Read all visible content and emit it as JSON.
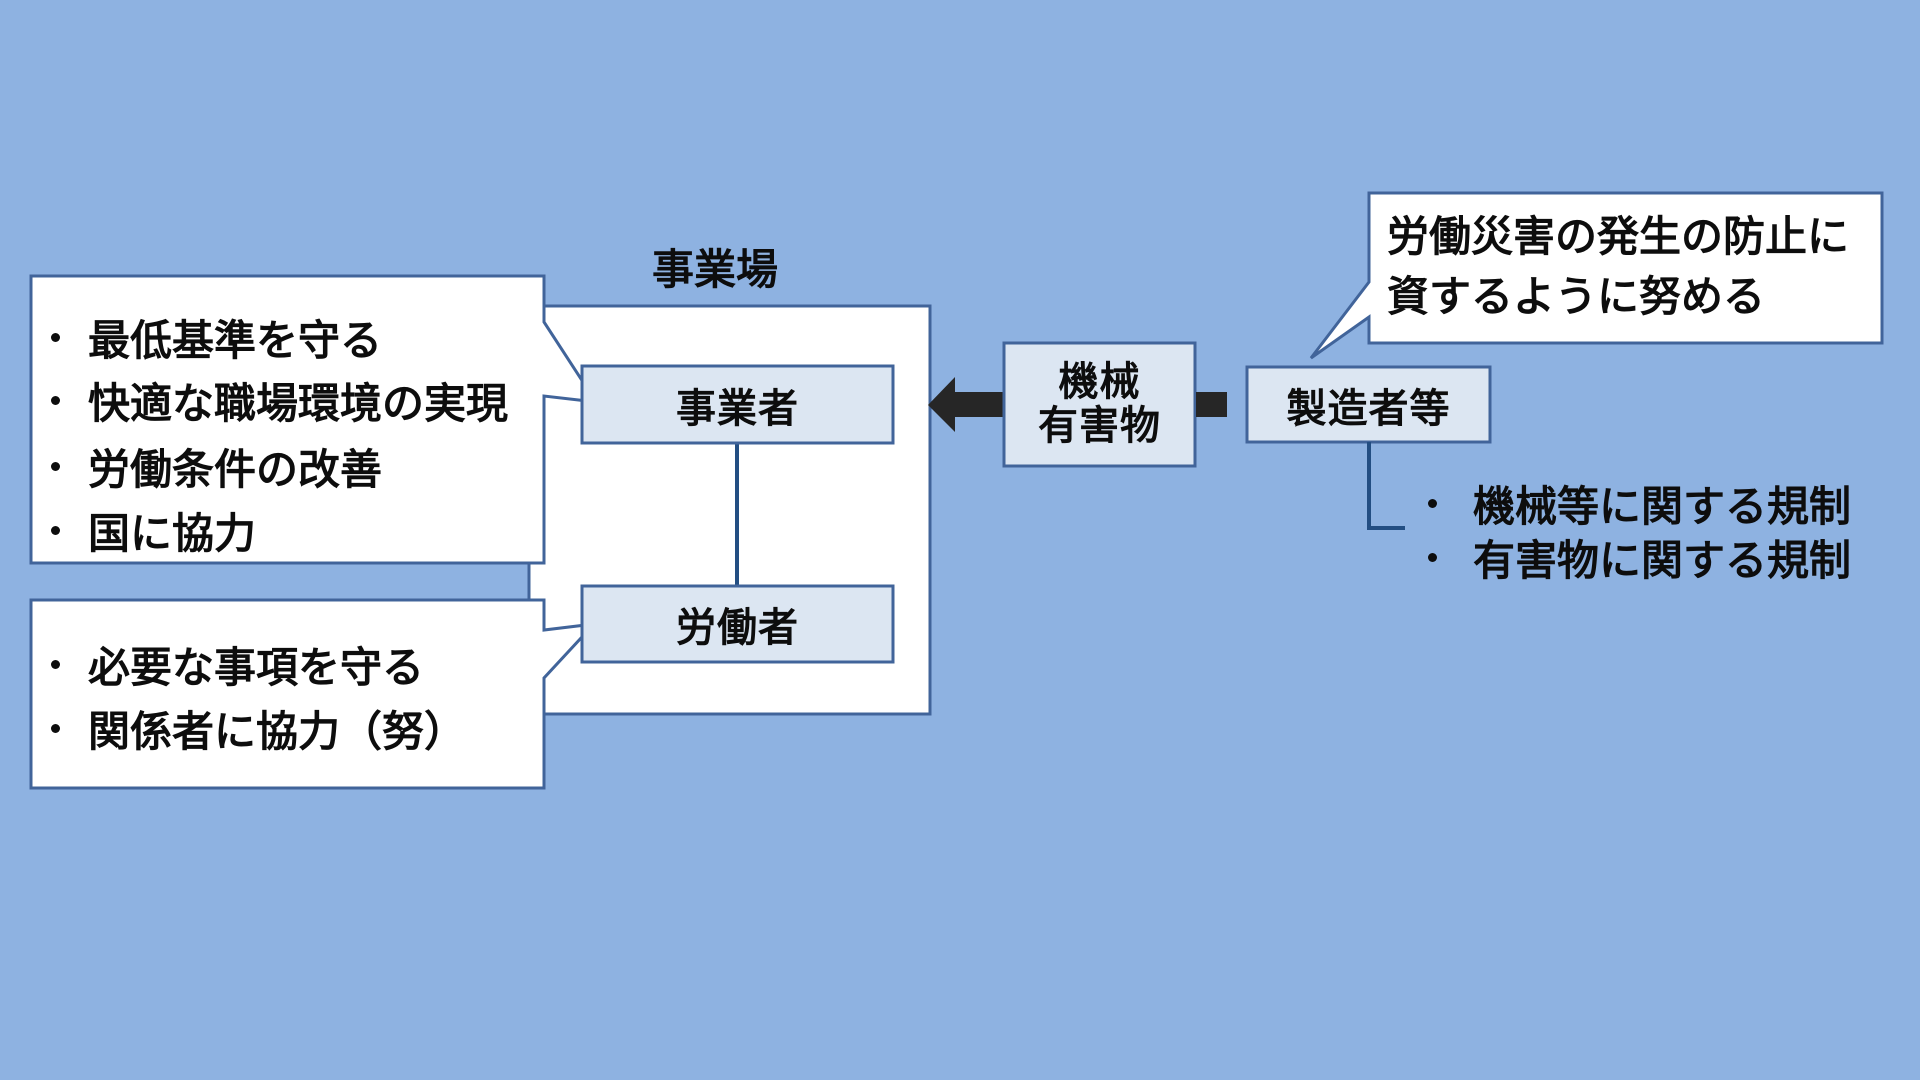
{
  "colors": {
    "background": "#8eb2e1",
    "callout_fill": "#ffffff",
    "box_fill": "#dce6f2",
    "border": "#41649a",
    "connector": "#234e82",
    "arrow": "#262626",
    "text": "#0d0d0d"
  },
  "workplace": {
    "title": "事業場"
  },
  "employer": {
    "label": "事業者",
    "duties": [
      "最低基準を守る",
      "快適な職場環境の実現",
      "労働条件の改善",
      "国に協力"
    ]
  },
  "worker": {
    "label": "労働者",
    "duties": [
      "必要な事項を守る",
      "関係者に協力（努）"
    ]
  },
  "machinery": {
    "lines": [
      "機械",
      "有害物"
    ]
  },
  "manufacturer": {
    "label": "製造者等",
    "callout_lines": [
      "労働災害の発生の防止に",
      "資するように努める"
    ],
    "regulations": [
      "機械等に関する規制",
      "有害物に関する規制"
    ]
  }
}
